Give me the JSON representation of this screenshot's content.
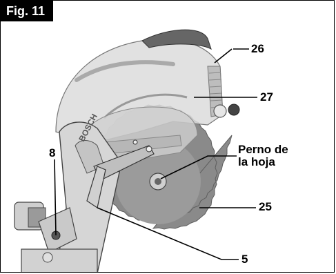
{
  "figure": {
    "label": "Fig. 11"
  },
  "illustration": {
    "brand_text": "BOSCH"
  },
  "callouts": {
    "c26": "26",
    "c27": "27",
    "c8": "8",
    "bolt_line1": "Perno de",
    "bolt_line2": "la hoja",
    "c25": "25",
    "c5": "5"
  }
}
